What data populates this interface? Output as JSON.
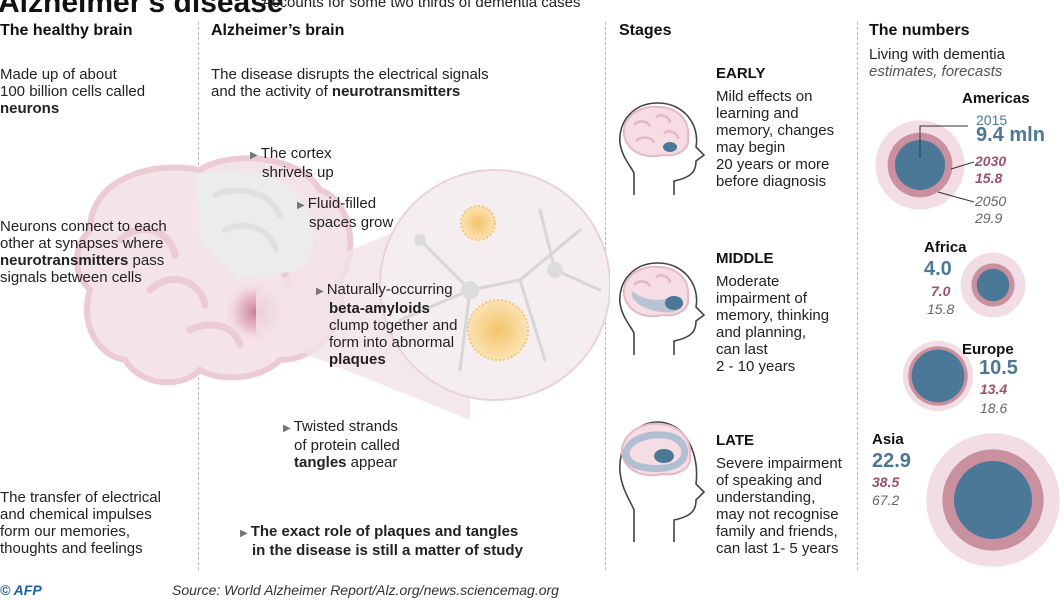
{
  "title": "Alzheimer's disease",
  "subtitle": "Accounts for some two thirds of dementia cases",
  "healthy": {
    "header": "The healthy brain",
    "p1_a": "Made up of about",
    "p1_b": "100 billion cells called",
    "p1_bold": "neurons",
    "p2_a": "Neurons connect to each",
    "p2_b": "other at synapses where",
    "p2_bold": "neurotransmitters",
    "p2_c": " pass",
    "p2_d": "signals between cells",
    "p3_a": "The transfer of electrical",
    "p3_b": "and chemical impulses",
    "p3_c": "form our memories,",
    "p3_d": "thoughts and feelings"
  },
  "alz": {
    "header": "Alzheimer’s brain",
    "intro_a": "The disease disrupts the electrical signals",
    "intro_b": "and the activity of ",
    "intro_bold": "neurotransmitters",
    "cortex_a": "The cortex",
    "cortex_b": "shrivels up",
    "fluid_a": "Fluid-filled",
    "fluid_b": "spaces grow",
    "amyloid_a": "Naturally-occurring",
    "amyloid_bold": "beta-amyloids",
    "amyloid_b": "clump together and",
    "amyloid_c": "form into abnormal",
    "amyloid_bold2": "plaques",
    "tangle_a": "Twisted strands",
    "tangle_b": "of protein called",
    "tangle_bold": "tangles",
    "tangle_c": " appear",
    "study_a": "The exact role of plaques and tangles",
    "study_b": "in the disease is still a matter of study"
  },
  "stages": {
    "header": "Stages",
    "early": {
      "title": "EARLY",
      "lines": [
        "Mild effects on",
        "learning and",
        "memory, changes",
        "may begin",
        "20 years or more",
        "before diagnosis"
      ]
    },
    "middle": {
      "title": "MIDDLE",
      "lines": [
        "Moderate",
        "impairment of",
        "memory, thinking",
        "and planning,",
        "can last",
        "2 - 10 years"
      ]
    },
    "late": {
      "title": "LATE",
      "lines": [
        "Severe impairment",
        "of speaking and",
        "understanding,",
        "may not recognise",
        "family and friends,",
        "can last 1- 5 years"
      ]
    }
  },
  "numbers": {
    "header": "The numbers",
    "sub": "Living with dementia",
    "sub_italic": "estimates, forecasts",
    "colors": {
      "y2015": "#4a7896",
      "y2030": "#c9909f",
      "y2050": "#f1dde3"
    }
  },
  "chart_data": {
    "type": "bubble",
    "unit": "mln",
    "years": [
      "2015",
      "2030",
      "2050"
    ],
    "regions": [
      {
        "name": "Americas",
        "values": [
          9.4,
          15.8,
          29.9
        ],
        "labels": [
          "9.4 mln",
          "2030",
          "15.8",
          "2050",
          "29.9"
        ]
      },
      {
        "name": "Africa",
        "values": [
          4.0,
          7.0,
          15.8
        ],
        "labels": [
          "4.0",
          "7.0",
          "15.8"
        ]
      },
      {
        "name": "Europe",
        "values": [
          10.5,
          13.4,
          18.6
        ],
        "labels": [
          "10.5",
          "13.4",
          "18.6"
        ]
      },
      {
        "name": "Asia",
        "values": [
          22.9,
          38.5,
          67.2
        ],
        "labels": [
          "22.9",
          "38.5",
          "67.2"
        ]
      }
    ]
  },
  "footer": {
    "source": "Source: World Alzheimer Report/Alz.org/news.sciencemag.org",
    "logo": "© AFP"
  }
}
